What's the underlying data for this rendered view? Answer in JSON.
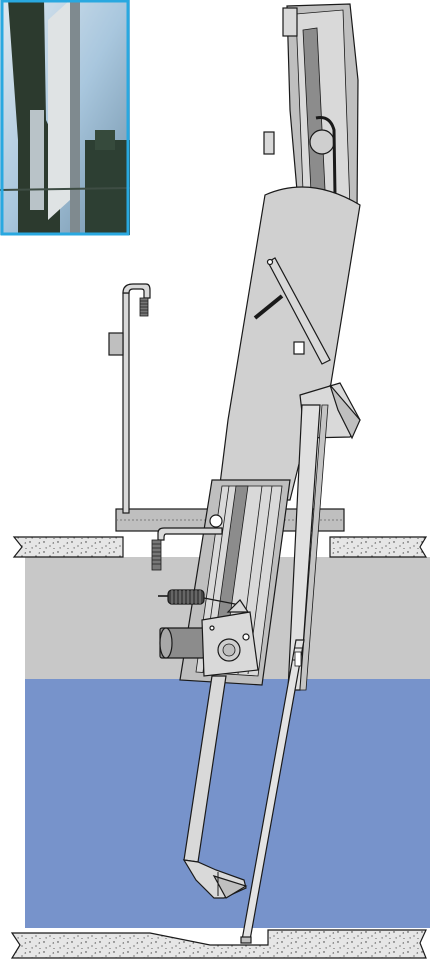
{
  "diagram": {
    "colors": {
      "background": "#ffffff",
      "water": "#7793cb",
      "pit": "#c8c8c8",
      "concrete": "#e6e6e6",
      "steel_light": "#d9d9d9",
      "steel_mid": "#bfbfbf",
      "steel_dark": "#8c8c8c",
      "photo_border": "#29a8e0",
      "photo_sky": "#a9c7de"
    },
    "components": [
      {
        "name": "inset-photo",
        "icon": "photo-thumbnail"
      },
      {
        "name": "screen-housing",
        "icon": "inclined-screen"
      },
      {
        "name": "discharge-chute",
        "icon": "chute"
      },
      {
        "name": "spray-pipe",
        "icon": "pipe-with-nozzle"
      },
      {
        "name": "drive-motor",
        "icon": "motor"
      },
      {
        "name": "rake-arm",
        "icon": "rake"
      },
      {
        "name": "concrete-floor",
        "icon": "concrete-slab"
      },
      {
        "name": "water-channel",
        "icon": "water"
      }
    ]
  }
}
